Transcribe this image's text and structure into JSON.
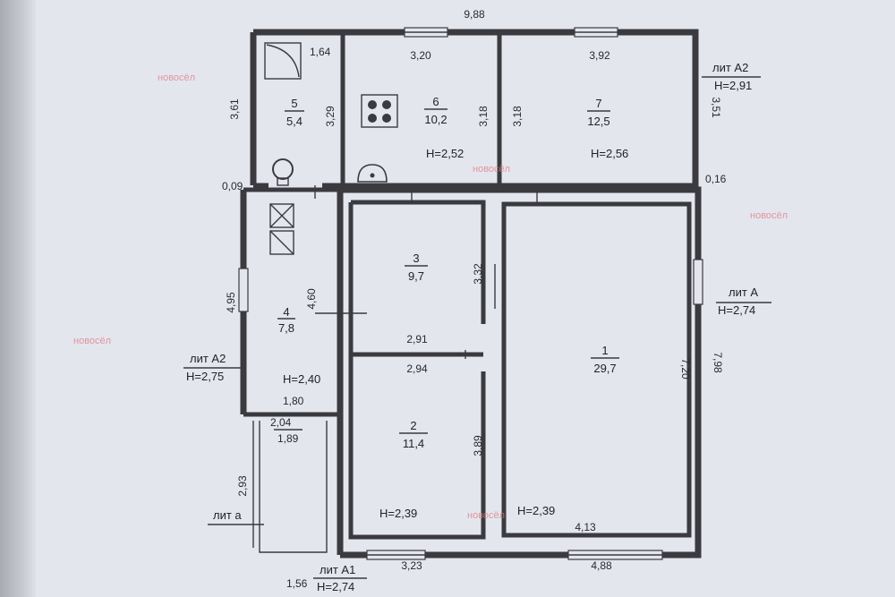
{
  "overall": {
    "top_width": "9,88",
    "bottom_left": "1,56",
    "bottom_mid": "3,23",
    "bottom_right": "4,88"
  },
  "outer_dims": {
    "left_top_height": "3,61",
    "left_gap": "0,09",
    "left_mid_height": "4,95",
    "left_lower": "2,93",
    "right_top_height": "3,51",
    "right_gap": "0,16",
    "right_height": "7,98",
    "lobby_w1": "1,80",
    "lobby_w2": "2,04",
    "lobby_area": "1,89"
  },
  "lit": {
    "a2_top": {
      "name": "лит А2",
      "h": "Н=2,91"
    },
    "a": {
      "name": "лит А",
      "h": "Н=2,74"
    },
    "a2_left": {
      "name": "лит А2",
      "h": "Н=2,75"
    },
    "a_small": {
      "name": "лит а"
    },
    "a1": {
      "name": "лит А1",
      "h": "Н=2,74"
    }
  },
  "rooms": {
    "r5": {
      "num": "5",
      "area": "5,4",
      "w": "1,64",
      "h": "3,29"
    },
    "r6": {
      "num": "6",
      "area": "10,2",
      "w": "3,20",
      "h": "3,18",
      "height": "Н=2,52"
    },
    "r7": {
      "num": "7",
      "area": "12,5",
      "w": "3,92",
      "h": "3,18",
      "height": "Н=2,56"
    },
    "r3": {
      "num": "3",
      "area": "9,7",
      "w": "2,91",
      "h": "3,32"
    },
    "r4": {
      "num": "4",
      "area": "7,8",
      "h": "4,60",
      "height": "Н=2,40"
    },
    "r2": {
      "num": "2",
      "area": "11,4",
      "w": "2,94",
      "h": "3,89",
      "height": "Н=2,39"
    },
    "r1": {
      "num": "1",
      "area": "29,7",
      "w": "4,13",
      "h": "7,20",
      "height": "Н=2,39"
    }
  },
  "watermark": {
    "brand": "новосёл"
  },
  "colors": {
    "paper": "#e4e6ee",
    "ink": "#3a3a3f",
    "watermark": "#e07a80"
  },
  "icons": [
    "stove-icon",
    "sink-icon",
    "boiler-icon",
    "bathtub-icon",
    "door-icon",
    "window-icon"
  ]
}
